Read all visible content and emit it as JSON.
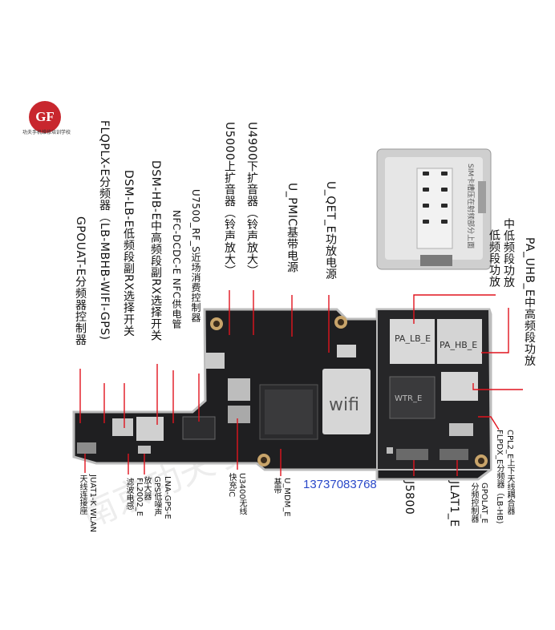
{
  "logo": {
    "mark": "GF",
    "subtitle": "功夫手机维修培训学校"
  },
  "watermark": "南京功夫手机维修培训学校",
  "phone_number": "13737083768",
  "chip_marks": {
    "wifi": "wifi",
    "pa_lb": "PA_LB_E",
    "pa_hb": "PA_HB_E",
    "wtr": "WTR_E"
  },
  "sim_label": "SIM卡槽压在射频部分上面",
  "top_labels": [
    "GPOUAT-E分频器控制器",
    "FLQPLX-E分频器（LB-MBHB-WIFI-GPS)",
    "DSM-LB-E低频段副RX选择开关",
    "DSM-HB-E中高频段副RX选择开关",
    "NFC-DCDC-E NFC供电管",
    "U7500_RF_S近场消费控制器",
    "U5000上扩音器（铃声放大）",
    "U4900下扩音器（铃声放大）",
    "U_PMIC基带电源",
    "U_QET_E功放电源"
  ],
  "right_labels": [
    "低频段功放",
    "中低频段功放",
    "PA_UHB_E中高频段功放"
  ],
  "bottom_labels": [
    {
      "l1": "JUAT1-K WLAN",
      "l2": "天线连接座"
    },
    {
      "l1": "FL2002_E",
      "l2": "滤波电感"
    },
    {
      "l1": "LNA-GPS-E",
      "l2": "GPS低噪声",
      "l3": "放大器"
    },
    {
      "l1": "U3400无线",
      "l2": "快充IC"
    },
    {
      "l1": "U_MDM_E",
      "l2": "基带"
    },
    {
      "l1": "J5800"
    },
    {
      "l1": "JLAT1_E"
    },
    {
      "l1": "GPOLAT_E",
      "l2": "分频控制器"
    },
    {
      "l1": "CPL2_E上下天线耦合器",
      "l2": "FLPDX_E分频器（LB-HB)"
    }
  ],
  "colors": {
    "line": "#e0141e",
    "board": "#1d1d1f",
    "chip": "#d9d9d9"
  }
}
